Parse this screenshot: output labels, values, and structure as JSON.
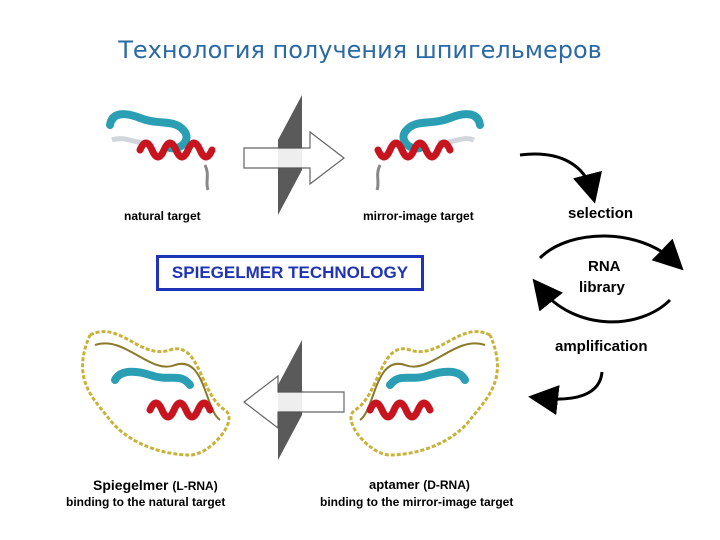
{
  "title": "Технология получения шпигельмеров",
  "labels": {
    "natural_target": "natural target",
    "mirror_target": "mirror-image target",
    "technology": "SPIEGELMER TECHNOLOGY",
    "selection": "selection",
    "rna_library_line1": "RNA",
    "rna_library_line2": "library",
    "amplification": "amplification",
    "spiegelmer_main": "Spiegelmer",
    "spiegelmer_sub": "(L-RNA)",
    "spiegelmer_caption": "binding to the natural target",
    "aptamer_main": "aptamer",
    "aptamer_sub": "(D-RNA)",
    "aptamer_caption": "binding to the mirror-image target"
  },
  "colors": {
    "title": "#2c6aa6",
    "box_border": "#1f33b8",
    "helix": "#c8141e",
    "strand": "#2a9fb3",
    "mirror": "#5a5a5a",
    "dna": "#c9b23a"
  },
  "icons": [
    "mirror-plane-icon",
    "arrow-right-icon",
    "arrow-left-icon",
    "cycle-arrow-icon"
  ]
}
